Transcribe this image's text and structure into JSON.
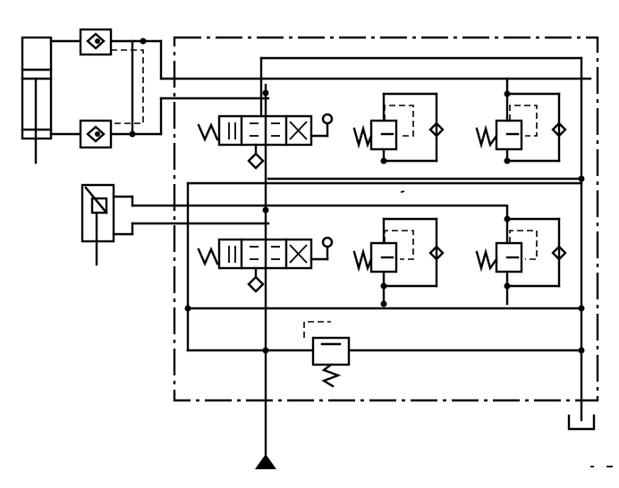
{
  "diagram": {
    "kind": "hydraulic schematic",
    "components": [
      {
        "id": "cylinder",
        "icon": "hydraulic-cylinder-icon"
      },
      {
        "id": "check-valve-upper",
        "icon": "check-valve-icon"
      },
      {
        "id": "check-valve-lower",
        "icon": "check-valve-icon"
      },
      {
        "id": "lever-valve",
        "icon": "manual-valve-icon"
      },
      {
        "id": "directional-valve-1",
        "icon": "directional-control-valve-icon"
      },
      {
        "id": "directional-valve-2",
        "icon": "directional-control-valve-icon"
      },
      {
        "id": "relief-valve-1a",
        "icon": "relief-valve-icon"
      },
      {
        "id": "relief-valve-1b",
        "icon": "relief-valve-icon"
      },
      {
        "id": "relief-valve-2a",
        "icon": "relief-valve-icon"
      },
      {
        "id": "relief-valve-2b",
        "icon": "relief-valve-icon"
      },
      {
        "id": "main-relief-valve",
        "icon": "relief-valve-icon"
      },
      {
        "id": "pump-source",
        "icon": "pressure-source-icon"
      },
      {
        "id": "tank",
        "icon": "tank-icon"
      }
    ],
    "style": {
      "stroke": "#000000",
      "background": "#ffffff"
    }
  }
}
